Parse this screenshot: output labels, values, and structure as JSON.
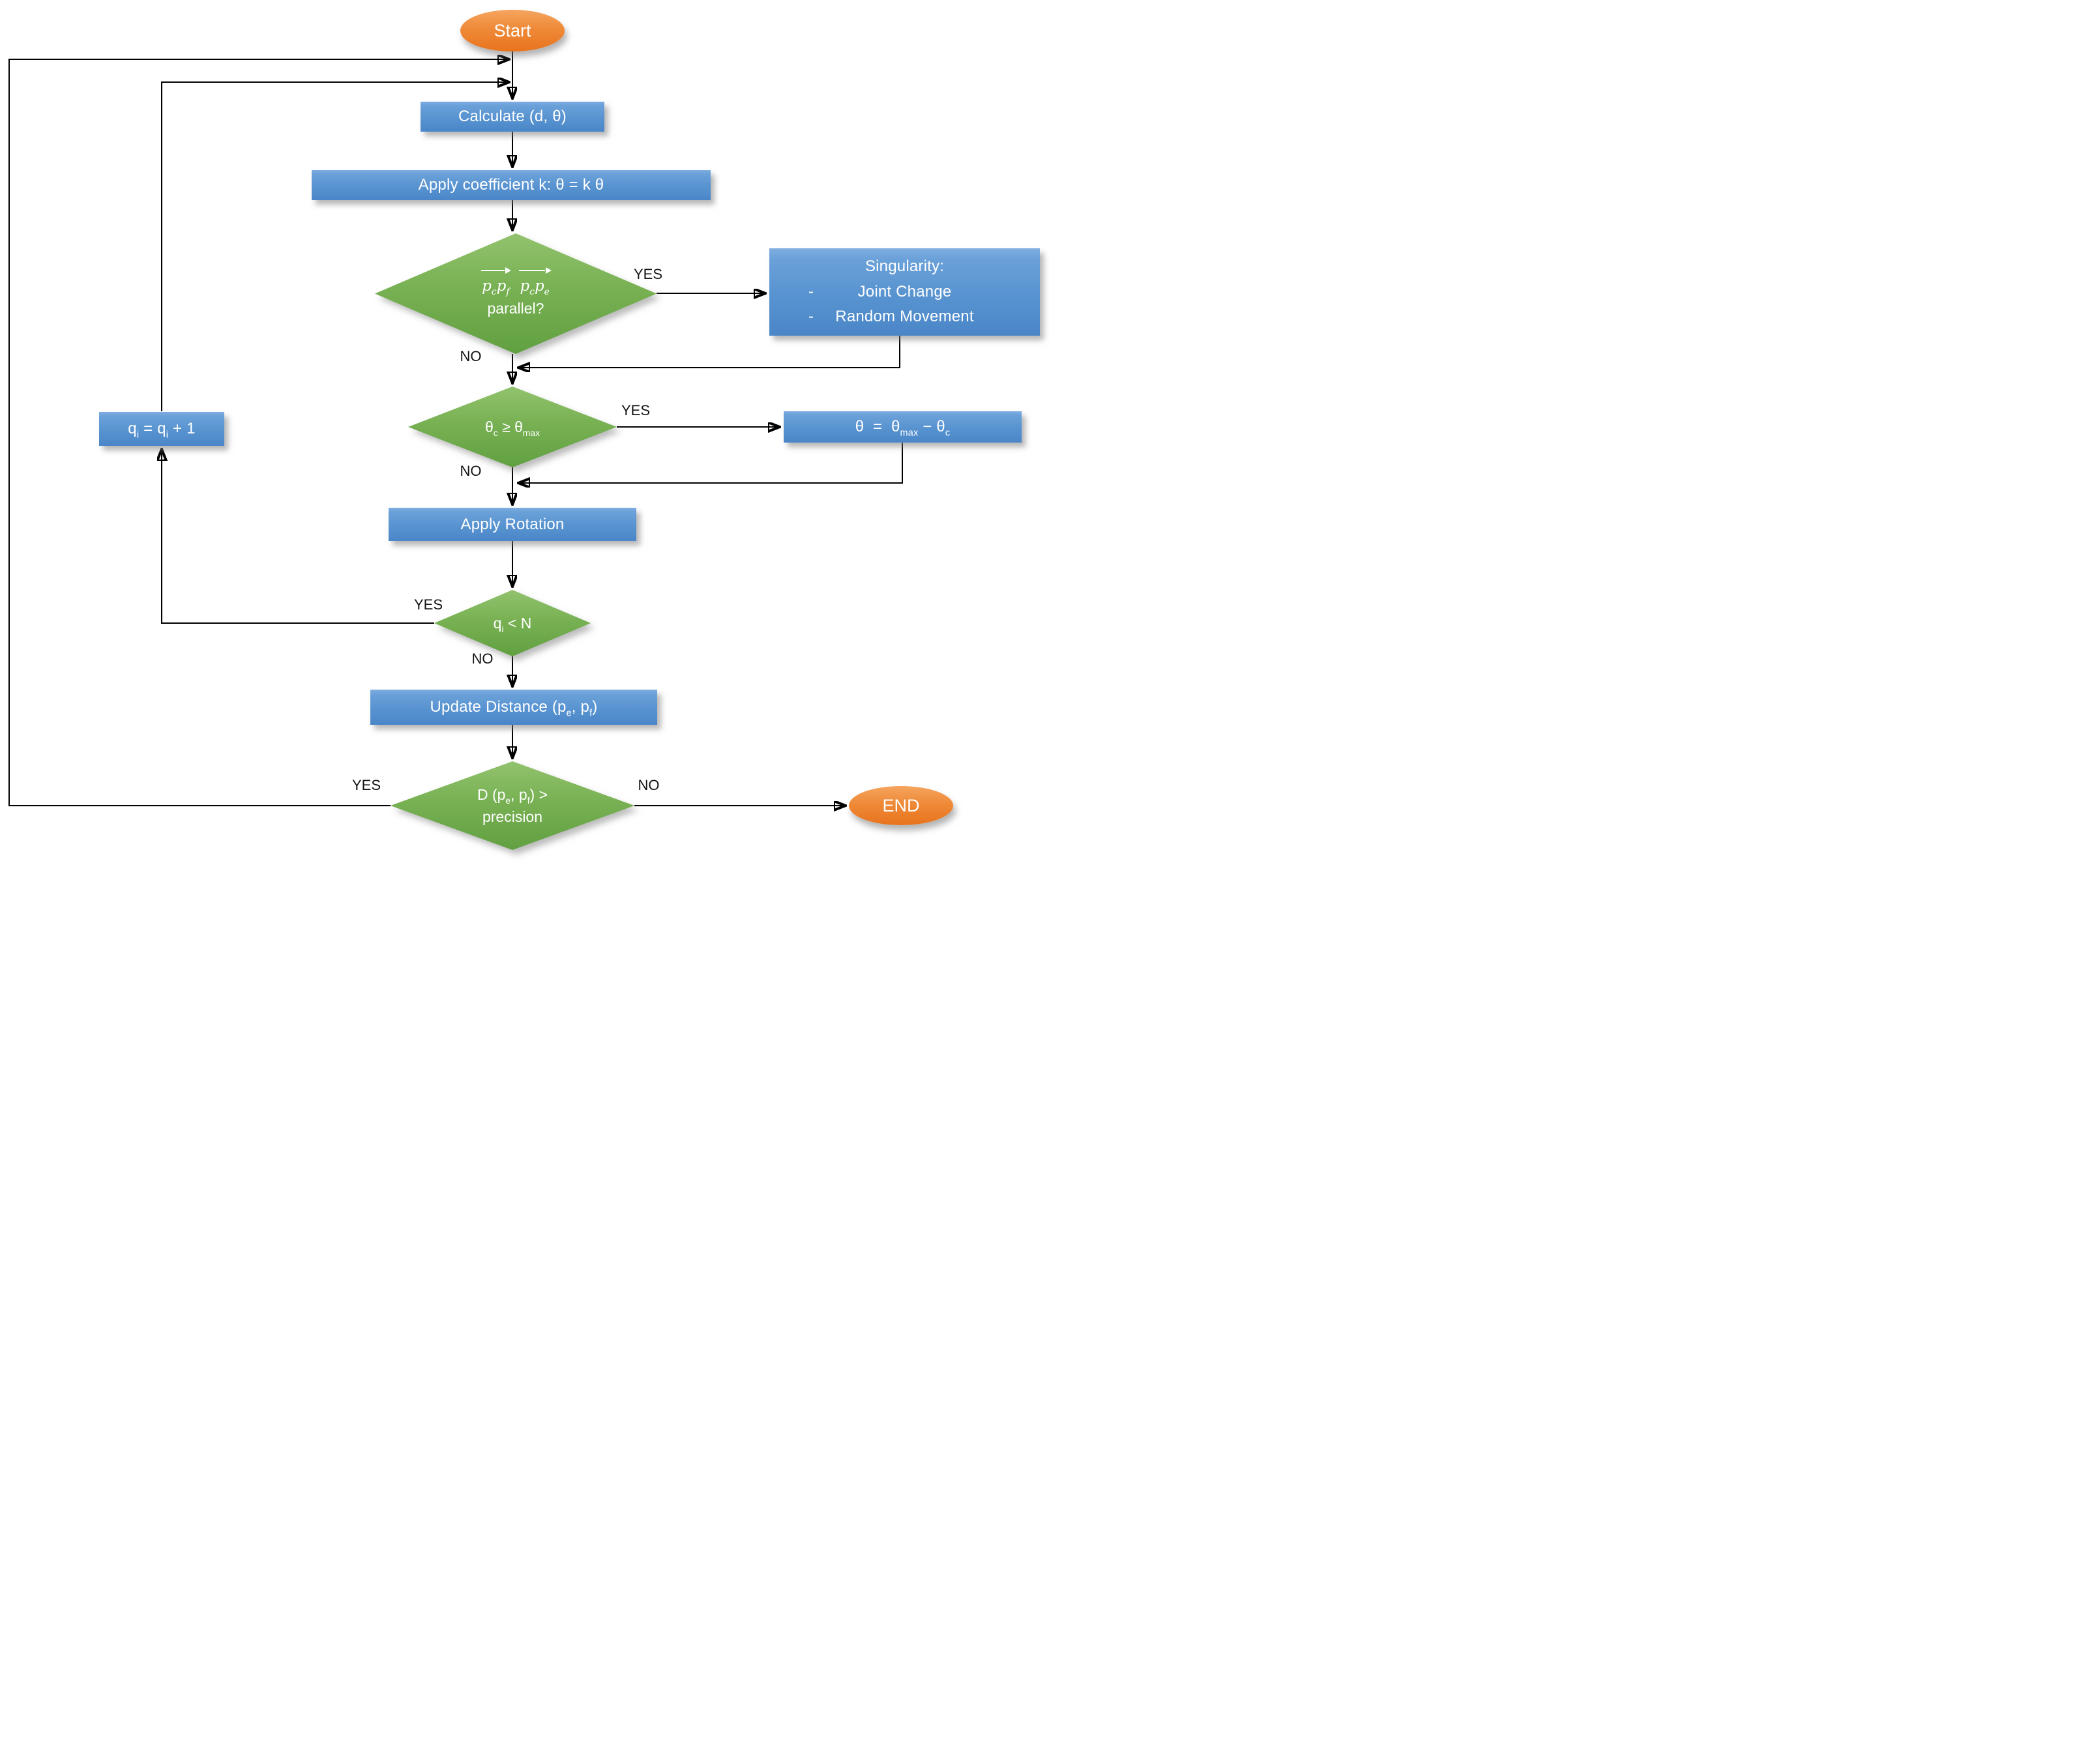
{
  "title": "Flowchart",
  "colors": {
    "process_blue_top": "#7FAEE1",
    "process_blue_bottom": "#4A86C8",
    "decision_green_top": "#92C26E",
    "decision_green_bottom": "#61A041",
    "terminator_orange_top": "#F5A55F",
    "terminator_orange_bottom": "#E8731E",
    "connector_black": "#000000",
    "text_white": "#ffffff",
    "label_black": "#141414"
  },
  "nodes": {
    "start": {
      "label": "Start"
    },
    "calculate": {
      "label": "Calculate (d, θ)"
    },
    "apply_coefficient": {
      "label": "Apply coefficient k: θ = k θ"
    },
    "parallel_check": {
      "vec1": {
        "b1": "p",
        "s1": "c",
        "b2": "p",
        "s2": "f"
      },
      "vec2": {
        "b1": "p",
        "s1": "c",
        "b2": "p",
        "s2": "e"
      },
      "question": "parallel?"
    },
    "singularity": {
      "title": "Singularity:",
      "bullet": "-",
      "items": [
        "Joint Change",
        "Random Movement"
      ]
    },
    "theta_check": {
      "t1": "θ",
      "s1": "c",
      "op": " ≥ ",
      "t2": "θ",
      "s2": "max"
    },
    "theta_assign": {
      "t1": "θ",
      "eq": "  =  ",
      "t2": "θ",
      "s2": "max",
      "minus": " − ",
      "t3": "θ",
      "s3": "c"
    },
    "apply_rotation": {
      "label": "Apply Rotation"
    },
    "qi_check": {
      "b1": "q",
      "s1": "i",
      "rest": " < N"
    },
    "qi_increment": {
      "b1": "q",
      "s1": "i",
      "eq": " = ",
      "b2": "q",
      "s2": "i",
      "rest": " + 1"
    },
    "update_distance": {
      "t1": "Update Distance (p",
      "s1": "e",
      "t2": ", p",
      "s2": "f",
      "t3": ")"
    },
    "precision_check": {
      "t1": "D (p",
      "s1": "e",
      "t2": ", p",
      "s2": "f",
      "t3": ") >",
      "line2": "precision"
    },
    "end": {
      "label": "END"
    }
  },
  "edge_labels": {
    "yes1": "YES",
    "no1": "NO",
    "yes2": "YES",
    "no2": "NO",
    "yes3": "YES",
    "no3": "NO",
    "yes4": "YES",
    "no4": "NO"
  }
}
